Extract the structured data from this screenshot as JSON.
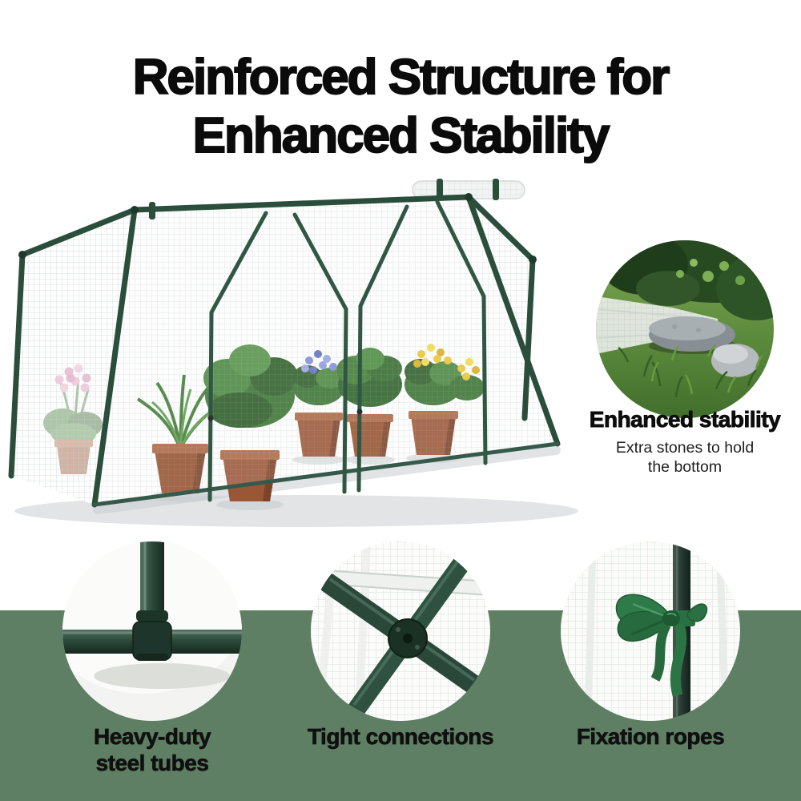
{
  "title": {
    "line1": "Reinforced Structure for",
    "line2": "Enhanced Stability"
  },
  "stability_callout": {
    "heading": "Enhanced stability",
    "line1": "Extra stones to hold",
    "line2": "the bottom"
  },
  "features": [
    {
      "label1": "Heavy-duty",
      "label2": "steel tubes",
      "image": "steel-tube-t-joint-photo"
    },
    {
      "label1": "Tight connections",
      "label2": "",
      "image": "tube-cross-connection-photo"
    },
    {
      "label1": "Fixation ropes",
      "label2": "",
      "image": "green-fixation-rope-bow-photo"
    }
  ],
  "images": {
    "main": "mini-greenhouse-with-potted-flowers-photo",
    "inset": "stones-holding-greenhouse-bottom-photo"
  },
  "colors": {
    "band_green": "#5e7f63",
    "frame_green": "#2a4e3b",
    "title_black": "#0b0b0b",
    "pot_terracotta": "#9a5738",
    "caption_dark": "#101010",
    "ribbon_green": "#2f7a49"
  }
}
